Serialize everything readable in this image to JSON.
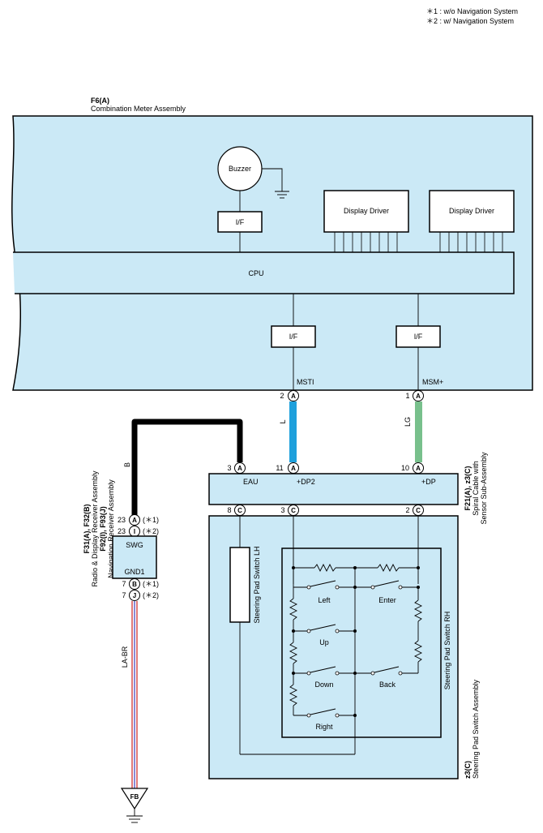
{
  "notes": {
    "n1": "＊1 : w/o Navigation System",
    "n2": "＊2 : w/ Navigation System"
  },
  "meter": {
    "code": "F6(A)",
    "name": "Combination Meter Assembly",
    "buzzer": "Buzzer",
    "if": "I/F",
    "display_driver": "Display Driver",
    "cpu": "CPU",
    "msti": "MSTI",
    "msm": "MSM+",
    "pin_msti": "2",
    "pin_msm": "1"
  },
  "spiral": {
    "code": "F21(A), z3(C)",
    "name1": "Spiral Cable with",
    "name2": "Sensor Sub-Assembly",
    "eau": "EAU",
    "dp2": "+DP2",
    "dp": "+DP",
    "pin_eau": "3",
    "pin_dp2": "11",
    "pin_dp": "10",
    "pin_c8": "8",
    "pin_c3": "3",
    "pin_c2": "2"
  },
  "radio": {
    "code1": "F31(A), F32(B)",
    "name1": "Radio & Display Receiver Assembly",
    "code2": "F92(I), F93(J)",
    "name2": "Navigation Receiver Assembly",
    "swg": "SWG",
    "gnd1": "GND1",
    "pin_swg_a": "23",
    "pin_swg_i": "23",
    "pin_gnd_b": "7",
    "pin_gnd_j": "7",
    "mark1": "(＊1)",
    "mark2": "(＊2)",
    "mark3": "(＊1)",
    "mark4": "(＊2)"
  },
  "wires": {
    "b": "B",
    "l": "L",
    "lg": "LG",
    "la_br": "LA-BR"
  },
  "ground": {
    "fb": "FB"
  },
  "steering": {
    "code": "z3(C)",
    "name": "Steering Pad Switch Assembly",
    "lh": "Steering Pad Switch LH",
    "rh": "Steering Pad Switch RH",
    "left": "Left",
    "enter": "Enter",
    "up": "Up",
    "down": "Down",
    "back": "Back",
    "right": "Right"
  },
  "connector_letters": {
    "a": "A",
    "i": "I",
    "b": "B",
    "j": "J",
    "c": "C"
  },
  "colors": {
    "box_fill": "#cbe9f6",
    "wire_l": "#1ea0dc",
    "wire_lg": "#78c08c",
    "wire_b": "#000000",
    "wire_la_br_1": "#e07b7b",
    "wire_la_br_2": "#8a8ad6"
  }
}
